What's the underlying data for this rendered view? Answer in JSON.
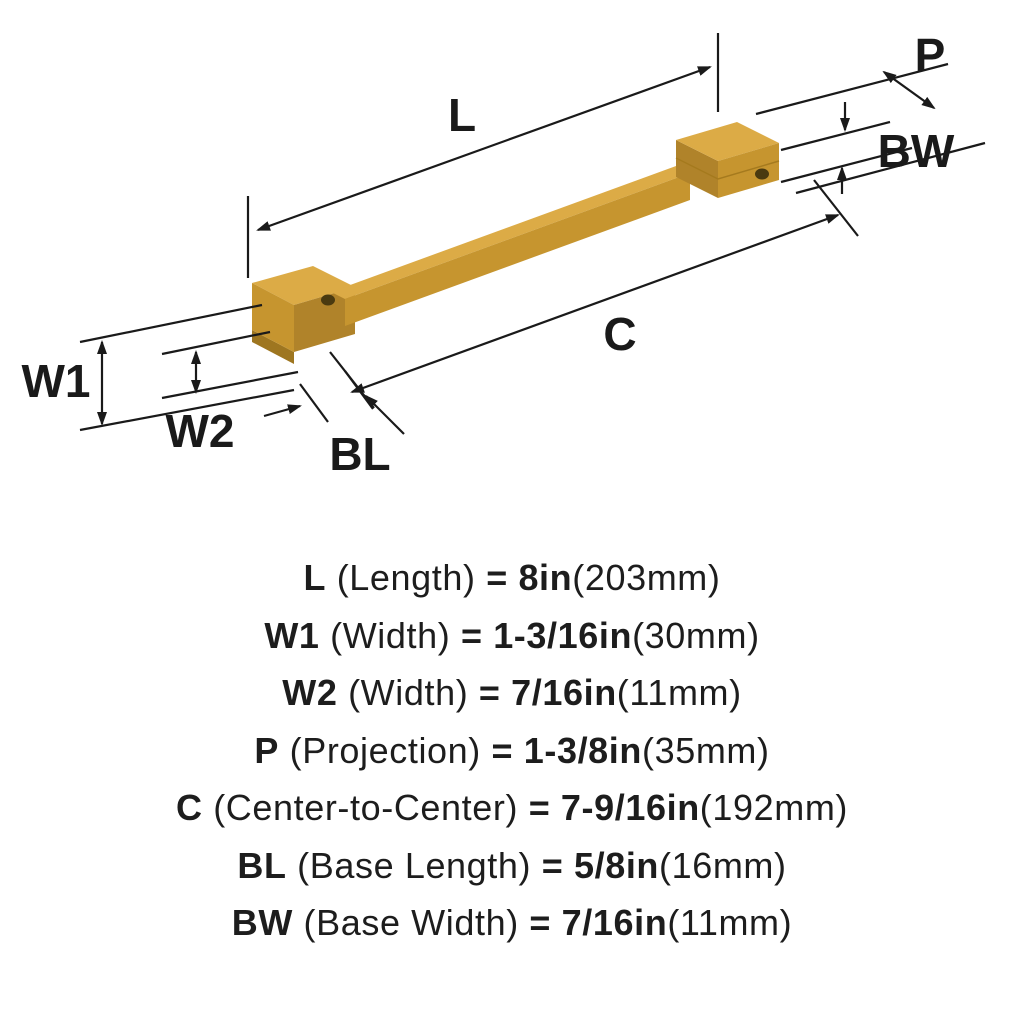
{
  "diagram": {
    "labels": {
      "l": "L",
      "w1": "W1",
      "w2": "W2",
      "p": "P",
      "c": "C",
      "bl": "BL",
      "bw": "BW"
    }
  },
  "colors": {
    "gold_light": "#DCAB46",
    "gold_mid": "#C6952F",
    "gold_shadow": "#B0832A",
    "gold_dark": "#9E7620",
    "hole": "#4A3A10",
    "line": "#1A1A1A"
  },
  "specs": [
    {
      "code": "L",
      "name": "(Length)",
      "eq": "=",
      "value": "8in",
      "metric": "(203mm)"
    },
    {
      "code": "W1",
      "name": "(Width)",
      "eq": "=",
      "value": "1-3/16in",
      "metric": "(30mm)"
    },
    {
      "code": "W2",
      "name": "(Width)",
      "eq": "=",
      "value": "7/16in",
      "metric": "(11mm)"
    },
    {
      "code": "P",
      "name": "(Projection)",
      "eq": "=",
      "value": "1-3/8in",
      "metric": "(35mm)"
    },
    {
      "code": "C",
      "name": "(Center-to-Center)",
      "eq": "=",
      "value": "7-9/16in",
      "metric": "(192mm)"
    },
    {
      "code": "BL",
      "name": "(Base Length)",
      "eq": "=",
      "value": "5/8in",
      "metric": "(16mm)"
    },
    {
      "code": "BW",
      "name": "(Base Width)",
      "eq": "=",
      "value": "7/16in",
      "metric": "(11mm)"
    }
  ]
}
